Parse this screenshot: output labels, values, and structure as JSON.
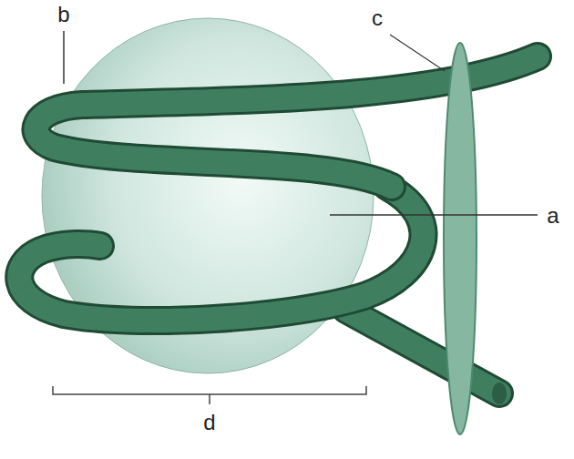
{
  "diagram": {
    "labels": [
      "b",
      "c",
      "a",
      "d"
    ]
  }
}
